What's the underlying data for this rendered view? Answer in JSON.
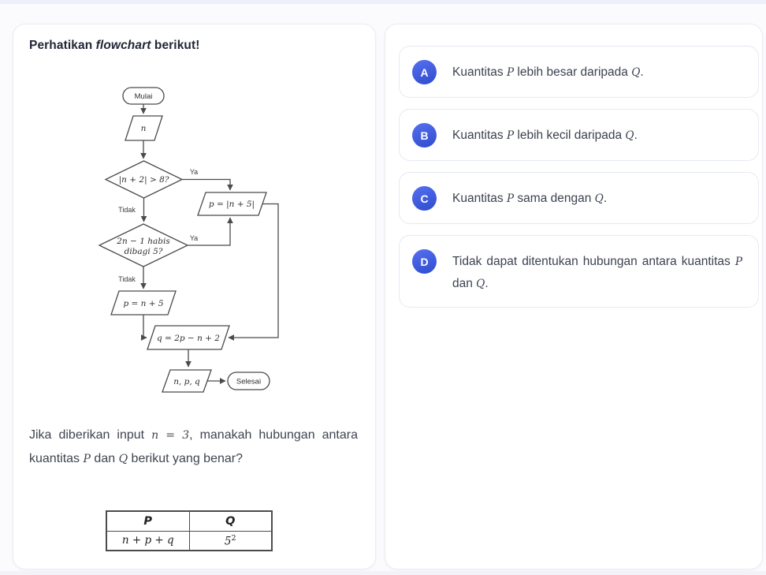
{
  "left_panel": {
    "title": {
      "pre": "Perhatikan ",
      "italic": "flowchart",
      "post": " berikut!"
    },
    "flowchart": {
      "start": "Mulai",
      "input": "n",
      "decision1": "|n + 2| > 8?",
      "yes1": "Ya",
      "no1": "Tidak",
      "assign_abs": "p = |n + 5|",
      "decision2_line1": "2n − 1 habis",
      "decision2_line2": "dibagi 5?",
      "yes2": "Ya",
      "no2": "Tidak",
      "assign_plus": "p = n + 5",
      "assign_q": "q = 2p − n + 2",
      "output": "n, p, q",
      "end": "Selesai"
    },
    "question": {
      "p1": "Jika diberikan input ",
      "m1": "n = 3",
      "p2": ", manakah hubungan antara kuantitas ",
      "m2": "P",
      "p3": " dan ",
      "m3": "Q",
      "p4": " berikut yang benar?"
    },
    "table": {
      "header_p": "P",
      "header_q": "Q",
      "cell_p": "n + p + q",
      "cell_q_base": "5",
      "cell_q_exp": "2"
    }
  },
  "options": [
    {
      "letter": "A",
      "p1": "Kuantitas ",
      "m1": "P",
      "p2": " lebih besar daripada ",
      "m2": "Q",
      "p3": "."
    },
    {
      "letter": "B",
      "p1": "Kuantitas ",
      "m1": "P",
      "p2": " lebih kecil daripada ",
      "m2": "Q",
      "p3": "."
    },
    {
      "letter": "C",
      "p1": "Kuantitas ",
      "m1": "P",
      "p2": " sama dengan ",
      "m2": "Q",
      "p3": "."
    },
    {
      "letter": "D",
      "p1": "Tidak dapat ditentukan hubungan antara kuantitas ",
      "m1": "P",
      "p2": " dan ",
      "m2": "Q",
      "p3": "."
    }
  ],
  "colors": {
    "badge_gradient_start": "#5570f0",
    "badge_gradient_end": "#3350d2",
    "card_border": "#ececf3",
    "flowchart_stroke": "#4b4b4b"
  }
}
